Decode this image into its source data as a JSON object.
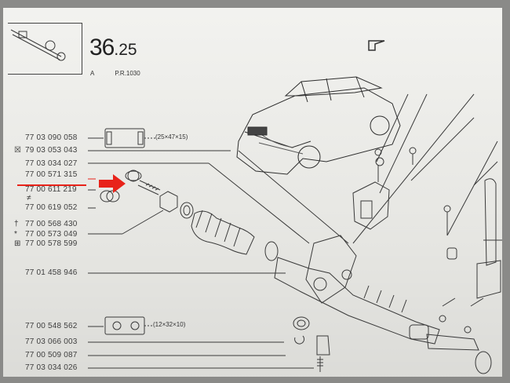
{
  "page": {
    "number_main": "36",
    "number_sub": ".25",
    "ref_letter": "A",
    "ref_code": "P.R.1030"
  },
  "dimensions": {
    "bush": "(25×47×15)",
    "washer": "(12×32×10)"
  },
  "parts": [
    {
      "number": "77 03 090 058",
      "symbol": ""
    },
    {
      "number": "79 03 053 043",
      "symbol": "☒"
    },
    {
      "number": "77 03 034 027",
      "symbol": ""
    },
    {
      "number": "77 00 571 315",
      "symbol": ""
    },
    {
      "number": "77 00 611 219",
      "symbol": ""
    },
    {
      "number": "77 00 619 052",
      "symbol": "≠"
    },
    {
      "number": "77 00 568 430",
      "symbol": "†"
    },
    {
      "number": "77 00 573 049",
      "symbol": "*"
    },
    {
      "number": "77 00 578 599",
      "symbol": "⊞"
    },
    {
      "number": "77 01 458 946",
      "symbol": ""
    },
    {
      "number": "77 00 548 562",
      "symbol": ""
    },
    {
      "number": "77 03 066 003",
      "symbol": ""
    },
    {
      "number": "77 00 509 087",
      "symbol": ""
    },
    {
      "number": "77 03 034 026",
      "symbol": ""
    }
  ],
  "colors": {
    "highlight": "#e8231a",
    "paper": "#eeeeea",
    "ink": "#3e3e3e"
  }
}
